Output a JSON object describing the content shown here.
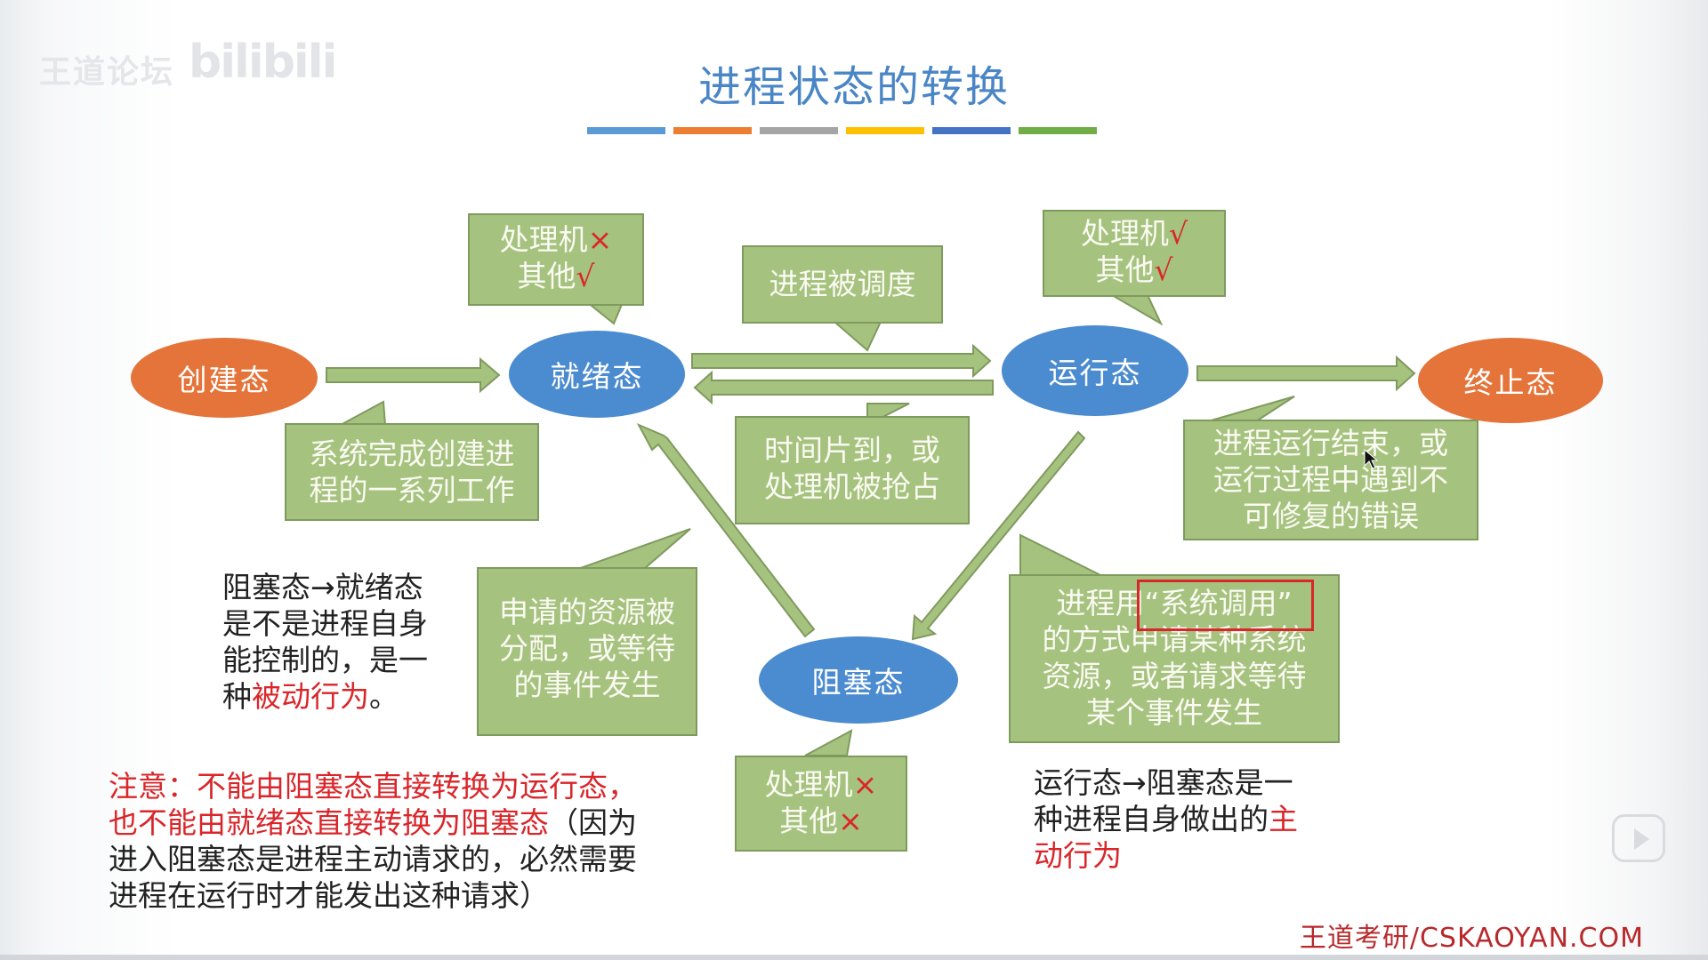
{
  "watermark": {
    "forum": "王道论坛",
    "site": "bilibili"
  },
  "title": "进程状态的转换",
  "colors": {
    "title": "#4a86c6",
    "terminal_state": "#e4743a",
    "state": "#4b8bcf",
    "callout": "#a6c27f",
    "arrow": "#a6c27f",
    "emphasis": "#d9262a",
    "underline_bars": [
      "#5b9bd5",
      "#ed7d31",
      "#a5a5a5",
      "#ffc000",
      "#4472c4",
      "#70ad47"
    ]
  },
  "states": {
    "new": "创建态",
    "ready": "就绪态",
    "running": "运行态",
    "terminated": "终止态",
    "blocked": "阻塞态"
  },
  "callouts": {
    "ready_resources": {
      "line1": "处理机",
      "mark1": "×",
      "line2": "其他",
      "mark2": "√"
    },
    "running_resources": {
      "line1": "处理机",
      "mark1": "√",
      "line2": "其他",
      "mark2": "√"
    },
    "blocked_resources": {
      "line1": "处理机",
      "mark1": "×",
      "line2": "其他",
      "mark2": "×"
    },
    "scheduled": "进程被调度",
    "preempted": {
      "line1": "时间片到，或",
      "line2": "处理机被抢占"
    },
    "created": {
      "line1": "系统完成创建进",
      "line2": "程的一系列工作"
    },
    "terminate": {
      "line1": "进程运行结束，或",
      "line2": "运行过程中遇到不",
      "line3": "可修复的错误"
    },
    "resource_granted": {
      "line1": "申请的资源被",
      "line2": "分配，或等待",
      "line3": "的事件发生"
    },
    "syscall": {
      "line1_pre": "进程用",
      "line1_boxed": "“系统调用”",
      "line2": "的方式申请某种系统",
      "line3": "资源，或者请求等待",
      "line4": "某个事件发生"
    }
  },
  "notes": {
    "blocked_to_ready": {
      "line1": "阻塞态→就绪态",
      "line2": "是不是进程自身",
      "line3": "能控制的，是一",
      "line4_pre": "种",
      "line4_red": "被动行为",
      "line4_post": "。"
    },
    "running_to_blocked": {
      "line1": "运行态→阻塞态是一",
      "line2_pre": "种进程自身做出的",
      "line2_red": "主",
      "line3_red": "动行为"
    },
    "warning": {
      "line1_red": "注意：不能由阻塞态直接转换为运行态，",
      "line2_red": "也不能由就绪态直接转换为阻塞态",
      "line2_post": "（因为",
      "line3": "进入阻塞态是进程主动请求的，必然需要",
      "line4": "进程在运行时才能发出这种请求）"
    }
  },
  "footer": "王道考研/CSKAOYAN.COM"
}
